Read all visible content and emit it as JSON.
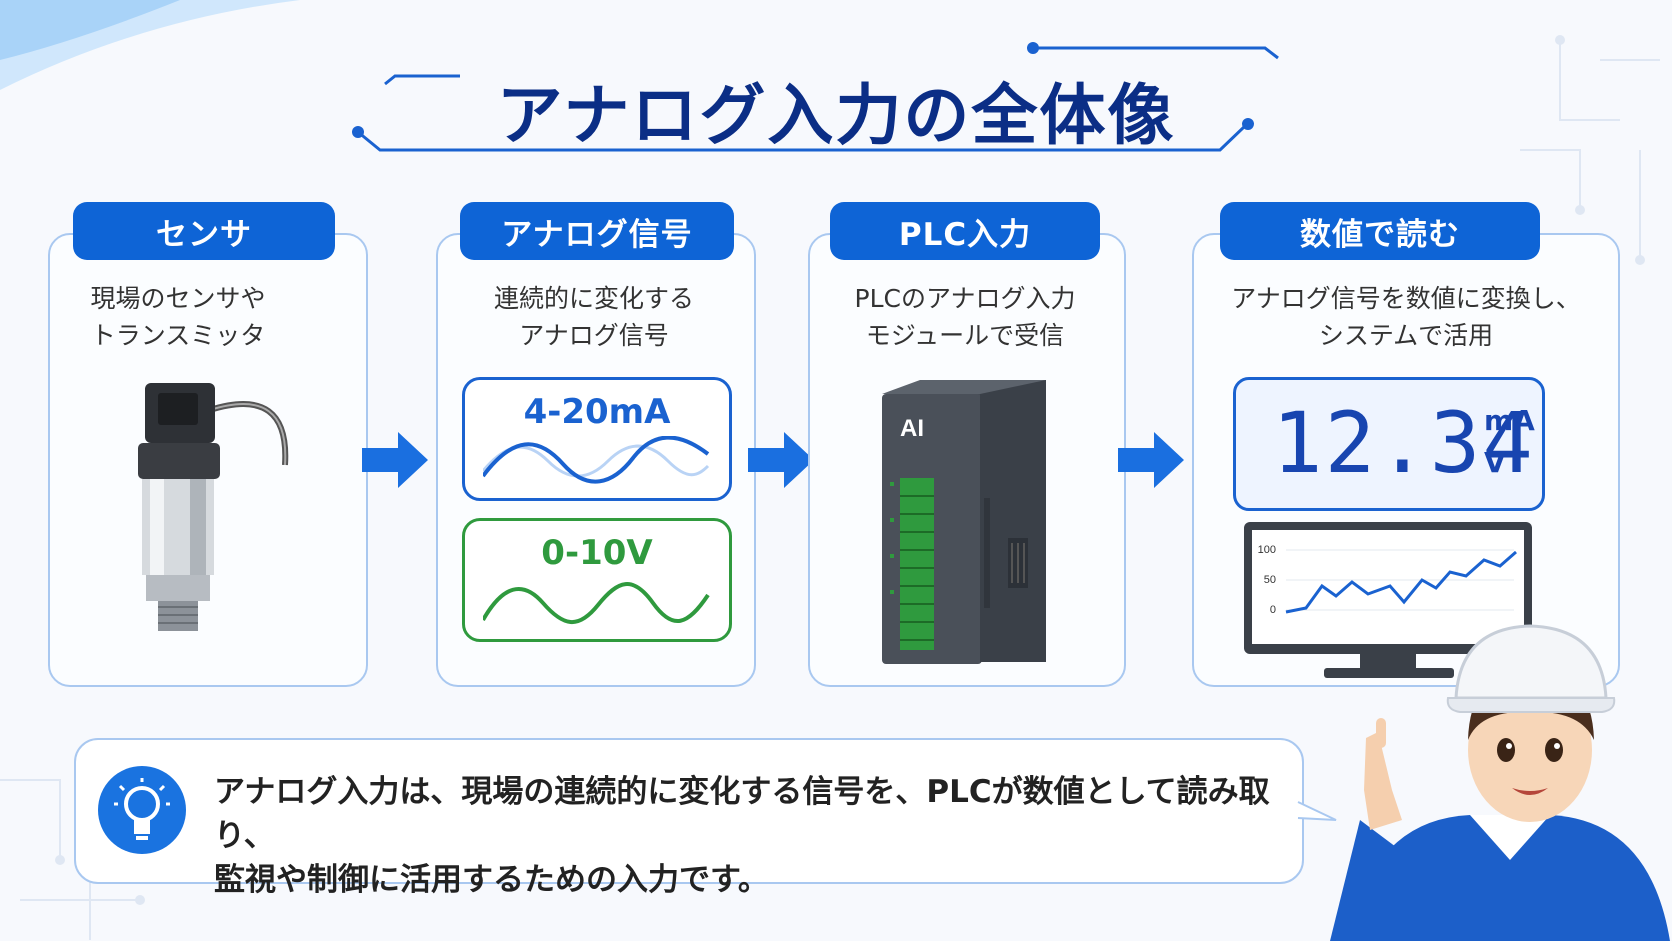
{
  "title": "アナログ入力の全体像",
  "steps": [
    {
      "label": "センサ",
      "desc_lines": [
        "現場のセンサや",
        "トランスミッタ"
      ]
    },
    {
      "label": "アナログ信号",
      "desc_lines": [
        "連続的に変化する",
        "アナログ信号"
      ]
    },
    {
      "label": "PLC入力",
      "desc_lines": [
        "PLCのアナログ入力",
        "モジュールで受信"
      ]
    },
    {
      "label": "数値で読む",
      "desc_lines": [
        "アナログ信号を数値に変換し、",
        "システムで活用"
      ]
    }
  ],
  "signals": {
    "current": "4-20mA",
    "voltage": "0-10V"
  },
  "module": {
    "label": "AI"
  },
  "display": {
    "value": "12.34",
    "unit_top": "mA",
    "unit_bottom": "V"
  },
  "monitor": {
    "ticks": [
      "100",
      "50",
      "0"
    ]
  },
  "summary": {
    "lines": [
      "アナログ入力は、現場の連続的に変化する信号を、PLCが数値として読み取り、",
      "監視や制御に活用するための入力です。"
    ]
  },
  "colors": {
    "accent": "#0e64d6",
    "title": "#0b2e86",
    "current": "#1a62d0",
    "voltage": "#2f9a3e",
    "card_border": "#a9c8f0"
  }
}
